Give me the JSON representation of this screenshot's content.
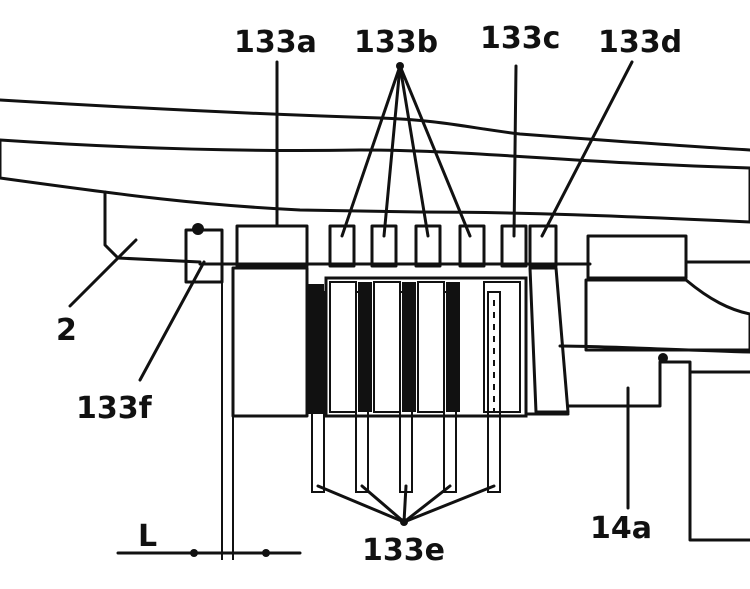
{
  "labels": {
    "l133a": "133a",
    "l133b": "133b",
    "l133c": "133c",
    "l133d": "133d",
    "l2": "2",
    "l133f": "133f",
    "l14a": "14a",
    "l133e": "133e",
    "lL": "L"
  },
  "colors": {
    "ink": "#111111",
    "paper": "#ffffff"
  }
}
